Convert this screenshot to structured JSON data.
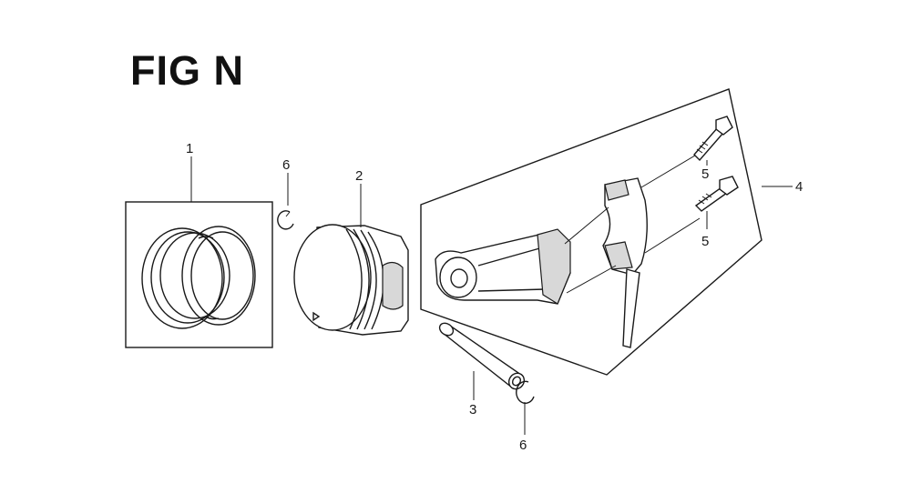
{
  "figure": {
    "title": "FIG N"
  },
  "callouts": [
    {
      "id": "ring-set",
      "number": "1"
    },
    {
      "id": "piston",
      "number": "2"
    },
    {
      "id": "piston-pin",
      "number": "3"
    },
    {
      "id": "connecting-rod-assembly",
      "number": "4"
    },
    {
      "id": "rod-bolt-upper",
      "number": "5"
    },
    {
      "id": "rod-bolt-lower",
      "number": "5"
    },
    {
      "id": "pin-clip-upper",
      "number": "6"
    },
    {
      "id": "pin-clip-lower",
      "number": "6"
    }
  ]
}
